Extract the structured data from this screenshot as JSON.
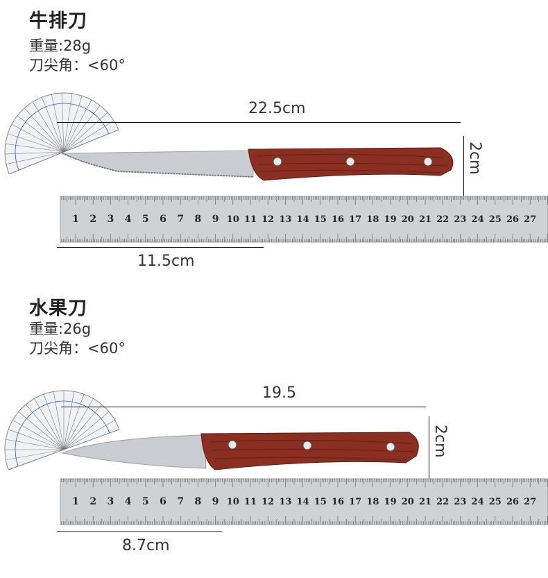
{
  "knives": [
    {
      "name": "牛排刀",
      "weight": "重量:28g",
      "tip_angle": "刀尖角：<60°",
      "length_label": "22.5cm",
      "height_label": "2cm",
      "blade_label": "11.5cm"
    },
    {
      "name": "水果刀",
      "weight": "重量:26g",
      "tip_angle": "刀尖角：<60°",
      "length_label": "19.5",
      "height_label": "2cm",
      "blade_label": "8.7cm"
    }
  ],
  "ruler_numbers": [
    "1",
    "2",
    "3",
    "4",
    "5",
    "6",
    "7",
    "8",
    "9",
    "10",
    "11",
    "12",
    "13",
    "14",
    "15",
    "16",
    "17",
    "18",
    "19",
    "20",
    "21",
    "22",
    "23",
    "24",
    "25",
    "26",
    "27"
  ],
  "colors": {
    "ruler": "#cfd2d4",
    "handle": "#8a2f22",
    "blade": "#c9ccd0",
    "protractor_blue": "#3b4fd0"
  }
}
